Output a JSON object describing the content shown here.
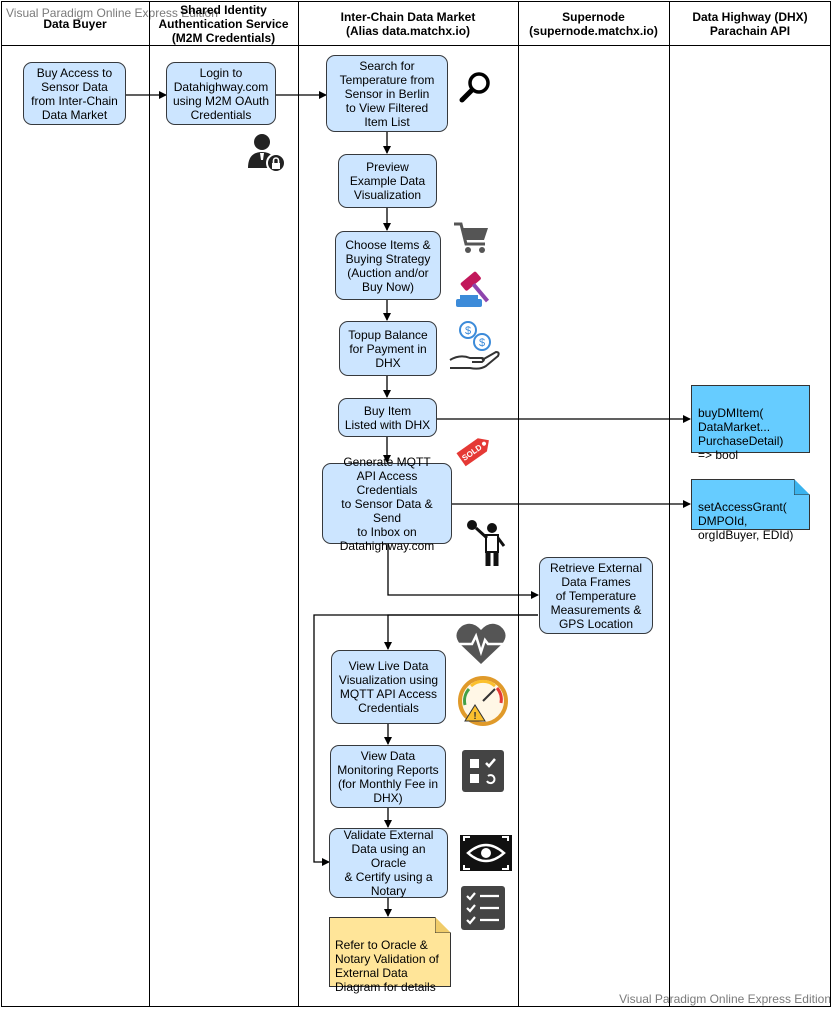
{
  "watermark": "Visual Paradigm Online Express Edition",
  "lanes": [
    {
      "title": "Data Buyer"
    },
    {
      "title": "Shared Identity\nAuthentication Service\n(M2M Credentials)"
    },
    {
      "title": "Inter-Chain Data Market\n(Alias data.matchx.io)"
    },
    {
      "title": "Supernode\n(supernode.matchx.io)"
    },
    {
      "title": "Data Highway (DHX)\nParachain API"
    }
  ],
  "steps": {
    "buy_access": "Buy Access to\nSensor Data\nfrom Inter-Chain\nData Market",
    "login": "Login to\nDatahighway.com\nusing M2M OAuth\nCredentials",
    "search": "Search for\nTemperature from\nSensor in Berlin\nto View Filtered\nItem List",
    "preview": "Preview\nExample Data\nVisualization",
    "choose": "Choose Items &\nBuying Strategy\n(Auction and/or\nBuy Now)",
    "topup": "Topup Balance\nfor Payment in\nDHX",
    "buy_item": "Buy Item\nListed with DHX",
    "generate": "Generate MQTT\nAPI Access Credentials\nto Sensor Data & Send\nto Inbox on\nDatahighway.com",
    "retrieve": "Retrieve External\nData Frames\nof Temperature\nMeasurements &\nGPS Location",
    "live": "View Live Data\nVisualization using\nMQTT API Access\nCredentials",
    "reports": "View Data\nMonitoring Reports\n(for Monthly Fee in\nDHX)",
    "validate": "Validate External\nData using an Oracle\n& Certify using a\nNotary"
  },
  "notes": {
    "buy_dm_item": "buyDMItem(\n  DataMarket...\n  PurchaseDetail)\n  => bool",
    "set_access_grant": "setAccessGrant(\n  DMPOId,\n  orgIdBuyer, EDId)",
    "refer": "Refer to Oracle &\nNotary Validation of\nExternal Data\nDiagram for details"
  },
  "icons": [
    "magnifier-icon",
    "user-lock-icon",
    "shopping-cart-icon",
    "auction-gavel-icon",
    "coins-hand-icon",
    "sold-tag-icon",
    "person-sign-icon",
    "heartbeat-icon",
    "gauge-warning-icon",
    "checklist-square-icon",
    "eye-icon",
    "checklist-icon"
  ],
  "colors": {
    "step_fill": "#cce5ff",
    "note_blue": "#66ccff",
    "note_yellow": "#ffe599",
    "line": "#000000"
  }
}
